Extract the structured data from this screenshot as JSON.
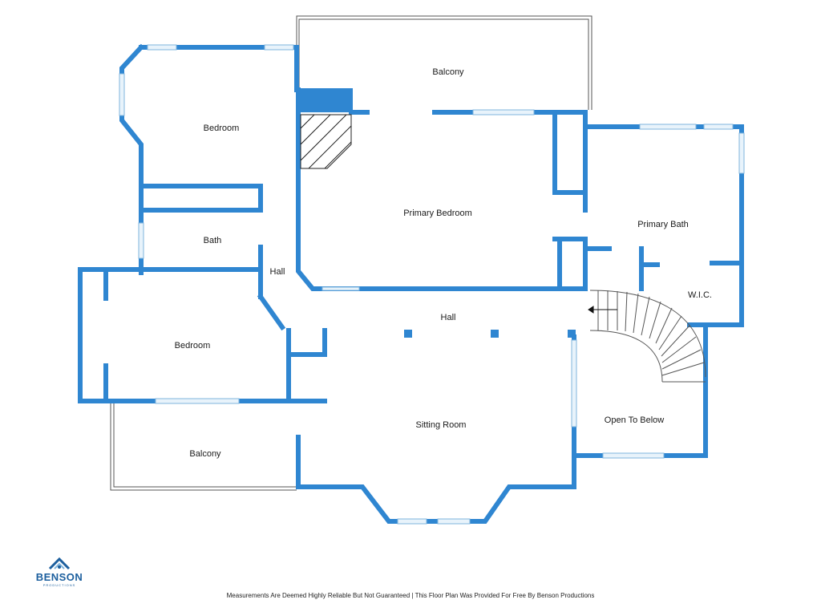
{
  "colors": {
    "wall": "#2f86d1",
    "window": "#cfe6f7",
    "outline": "#555555",
    "text": "#1a1a1a",
    "brand": "#1c5f9e"
  },
  "rooms": {
    "balcony_top": "Balcony",
    "bedroom_top": "Bedroom",
    "primary_bedroom": "Primary Bedroom",
    "primary_bath": "Primary Bath",
    "bath": "Bath",
    "hall_left": "Hall",
    "hall_center": "Hall",
    "wic": "W.I.C.",
    "bedroom_left": "Bedroom",
    "open_to_below": "Open To Below",
    "sitting_room": "Sitting Room",
    "balcony_bottom": "Balcony"
  },
  "icons": {
    "logo": "house-roof-icon",
    "fireplace": "fireplace-hatch-icon",
    "stairs": "spiral-stairs-icon",
    "arrow": "stairs-direction-arrow-icon"
  },
  "brand": {
    "name": "BENSON",
    "sub": "PRODUCTIONS"
  },
  "footer": {
    "disclaimer": "Measurements Are Deemed Highly Reliable But Not Guaranteed | This Floor Plan Was Provided For Free By Benson Productions"
  }
}
